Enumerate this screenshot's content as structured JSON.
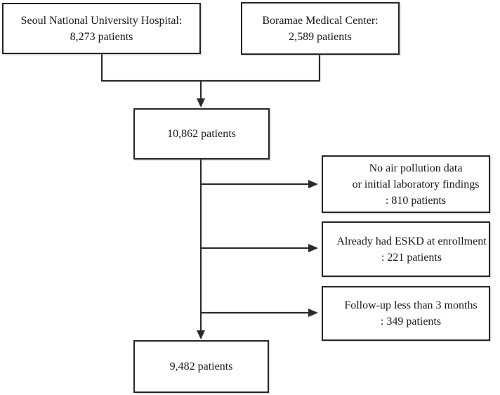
{
  "flowchart": {
    "colors": {
      "background": "#ffffff",
      "line": "#2b2b2b",
      "box_border": "#262626",
      "text": "#1a1a1a"
    },
    "boxes": {
      "snuh": {
        "lines": [
          "Seoul National University Hospital:",
          "8,273 patients"
        ]
      },
      "boramae": {
        "lines": [
          "Boramae Medical Center:",
          "2,589 patients"
        ]
      },
      "combined": {
        "lines": [
          "10,862 patients"
        ]
      },
      "excluded_no_air_pollution": {
        "lines": [
          "No air pollution data",
          "or initial laboratory findings",
          ": 810 patients"
        ]
      },
      "excluded_eskd": {
        "lines": [
          "Already had ESKD at enrollment",
          ": 221 patients"
        ]
      },
      "excluded_followup": {
        "lines": [
          "Follow-up less than 3 months",
          ": 349 patients"
        ]
      },
      "final": {
        "lines": [
          "9,482 patients"
        ]
      }
    }
  }
}
